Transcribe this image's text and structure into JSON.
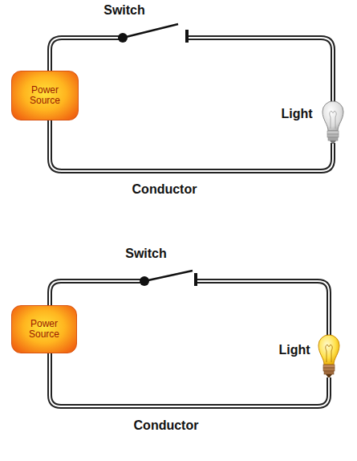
{
  "diagram": {
    "nodes": [
      {
        "text": [
          "Power Source"
        ]
      },
      {
        "text": [
          "Power Source"
        ]
      }
    ],
    "labels": [
      "Switch",
      "Light",
      "Conductor",
      "Switch",
      "Light",
      "Conductor"
    ]
  }
}
